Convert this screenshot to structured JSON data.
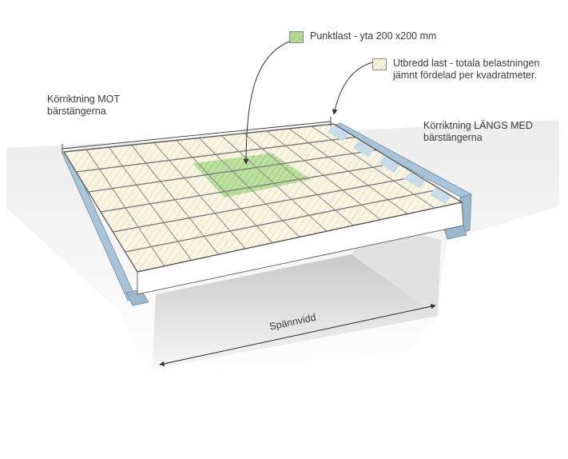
{
  "labels": {
    "direction_against": [
      "Körriktning MOT",
      "bärstängerna"
    ],
    "direction_along": [
      "Körriktning LÄNGS MED",
      "bärstängerna"
    ],
    "span": "Spännvidd"
  },
  "legend": {
    "point_load": "Punktlast - yta 200 x200 mm",
    "distributed_load": [
      "Utbredd last - totala belastningen",
      "jämnt fördelad per kvadratmeter."
    ]
  },
  "colors": {
    "point_load_fill": "#b9dd98",
    "grating_fill": "#f8f5e4",
    "frame_blue": "#a9c3d8",
    "shadow_gray": "#dcdcdc"
  }
}
